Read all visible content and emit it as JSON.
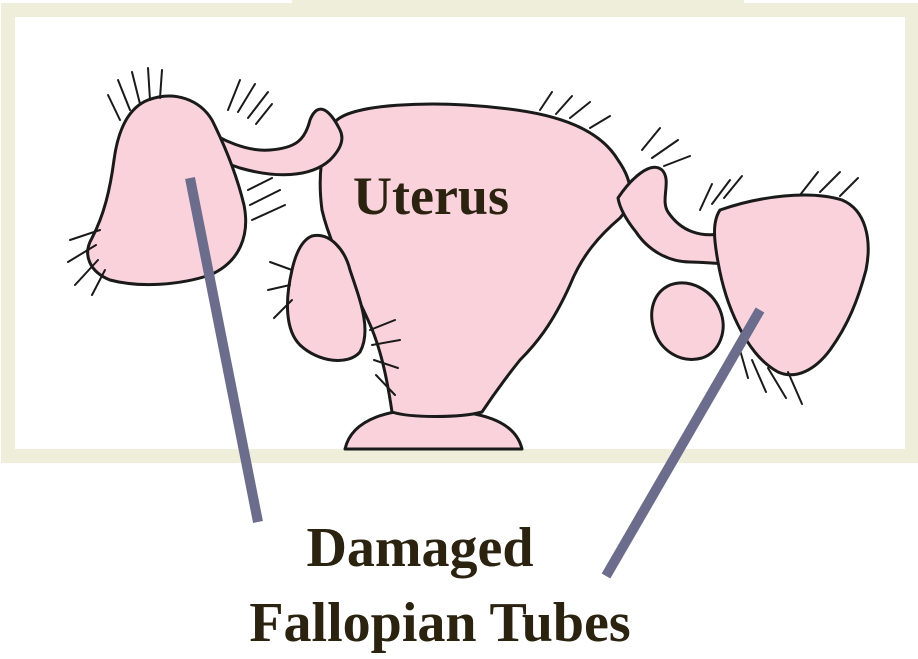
{
  "diagram": {
    "labels": {
      "uterus": "Uterus",
      "damaged_line1": "Damaged",
      "damaged_line2": "Fallopian Tubes"
    },
    "colors": {
      "frame": "#eeeedb",
      "tissue_fill": "#f9d2dc",
      "outline": "#1a1a1a",
      "pointer": "#6c6c8c",
      "label_text": "#2b2310"
    }
  }
}
